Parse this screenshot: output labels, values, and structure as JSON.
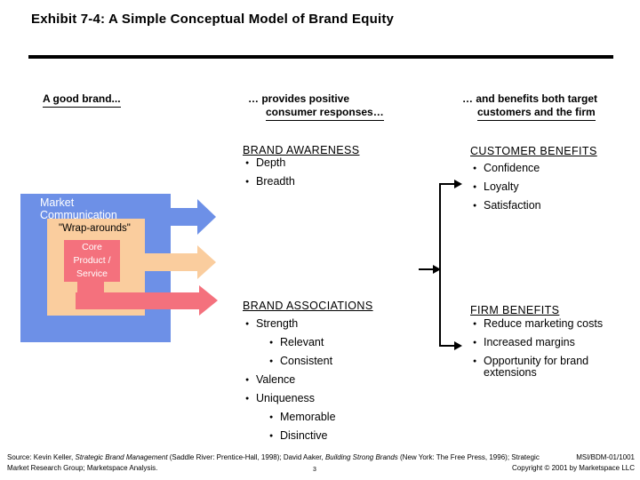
{
  "title": "Exhibit 7-4: A Simple Conceptual Model of Brand Equity",
  "headers": {
    "col1": "A good brand...",
    "col2_line1": "… provides positive",
    "col2_line2": "consumer responses…",
    "col3_line1": "… and benefits both target",
    "col3_line2": "customers and the firm"
  },
  "graphic": {
    "market_communication": "Market Communication",
    "wrap_arounds": "\"Wrap-arounds\"",
    "core_lines": [
      "Core",
      "Product /",
      "Service"
    ],
    "colors": {
      "blue": "#6D90E7",
      "tan": "#FACD9E",
      "red": "#F4717D"
    }
  },
  "sections": {
    "brand_awareness": {
      "title": "BRAND AWARENESS",
      "items": [
        "Depth",
        "Breadth"
      ]
    },
    "customer_benefits": {
      "title": "CUSTOMER BENEFITS",
      "items": [
        "Confidence",
        "Loyalty",
        "Satisfaction"
      ]
    },
    "brand_associations": {
      "title": "BRAND ASSOCIATIONS",
      "items": [
        "Strength",
        "Relevant",
        "Consistent",
        "Valence",
        "Uniqueness",
        "Memorable",
        "Disinctive"
      ]
    },
    "firm_benefits": {
      "title": "FIRM BENEFITS",
      "items": [
        "Reduce marketing costs",
        "Increased margins",
        "Opportunity for brand extensions"
      ]
    }
  },
  "icons": {
    "bullet": "●"
  },
  "footer": {
    "source_seg1": "Source: Kevin Keller, ",
    "source_seg2_italic": "Strategic Brand Management",
    "source_seg3": " (Saddle River: Prentice-Hall, 1998); David Aaker, ",
    "source_seg4_italic": "Building Strong Brands",
    "source_seg5": " (New York: The Free Press, 1996); Strategic",
    "source_line2": "Market Research Group; Marketspace Analysis.",
    "doc_id": "MSI/BDM-01/1001",
    "copyright": "Copyright © 2001 by Marketspace LLC",
    "page_number": "3"
  }
}
